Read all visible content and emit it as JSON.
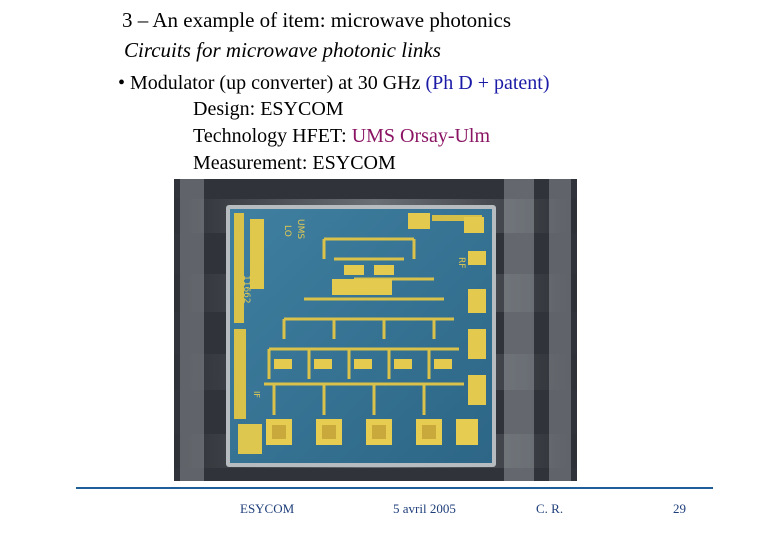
{
  "slide": {
    "title": "3 – An example of item: microwave photonics",
    "subtitle": "Circuits for microwave photonic links",
    "bullet": {
      "prefix": "• Modulator (up converter) at 30 GHz ",
      "highlight": "(Ph D + patent)"
    },
    "lines": [
      {
        "label": "Design: ",
        "value": "ESYCOM",
        "value_color": "#000000"
      },
      {
        "label": "Technology HFET: ",
        "value": "UMS Orsay-Ulm",
        "value_color": "#8a1464"
      },
      {
        "label": "Measurement: ",
        "value": "ESYCOM",
        "value_color": "#000000"
      }
    ],
    "photo": {
      "subject": "chip-micrograph",
      "chip_labels": {
        "top_left": "LO",
        "top_left_logo": "UMS",
        "right": "RF",
        "side": "11662",
        "bottom_left": "IF"
      }
    },
    "footer": {
      "org": "ESYCOM",
      "date": "5 avril 2005",
      "author": "C. R.",
      "page": "29"
    },
    "colors": {
      "highlight_blue": "#1a1aa6",
      "accent_purple": "#8a1464",
      "footer_line": "#1e5f9a"
    }
  }
}
